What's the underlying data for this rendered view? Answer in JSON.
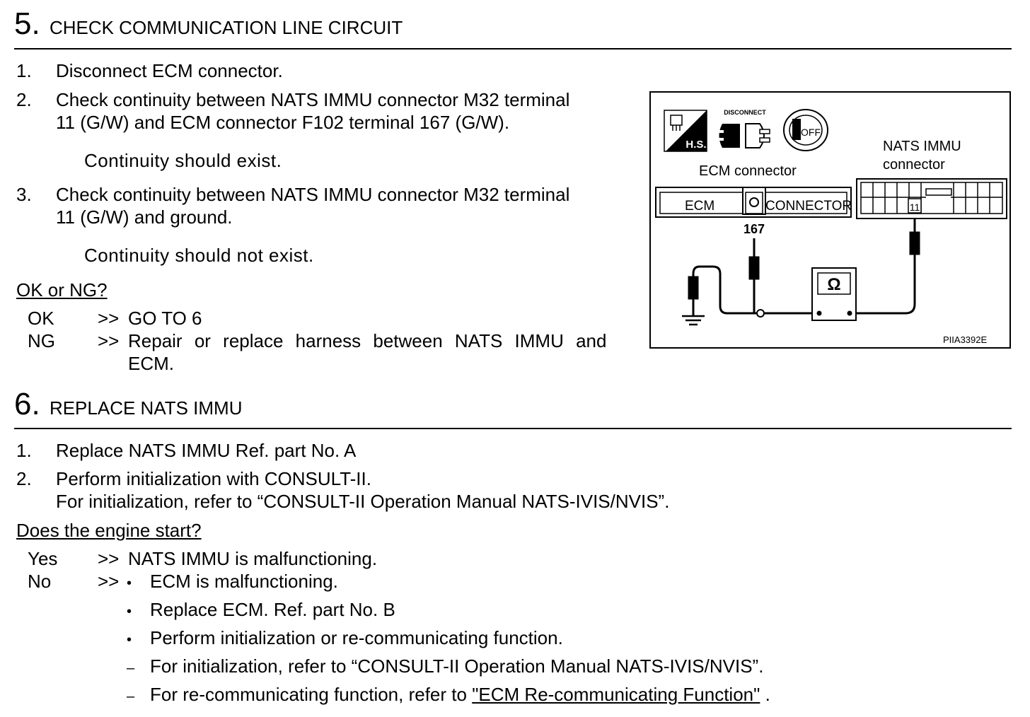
{
  "step5": {
    "number": "5.",
    "title": "CHECK COMMUNICATION LINE CIRCUIT",
    "items": [
      {
        "num": "1.",
        "text": "Disconnect ECM connector."
      },
      {
        "num": "2.",
        "line1": "Check continuity between NATS IMMU connector M32 terminal",
        "line2": "11 (G/W) and ECM connector F102 terminal 167 (G/W)."
      },
      {
        "num": "3.",
        "line1": "Check continuity between NATS IMMU connector M32 terminal",
        "line2": "11 (G/W) and ground."
      }
    ],
    "spec1": "Continuity should exist.",
    "spec2": "Continuity should not exist.",
    "question": "OK or NG?",
    "answers": [
      {
        "label": "OK",
        "arrow": ">>",
        "text": "GO TO 6"
      },
      {
        "label": "NG",
        "arrow": ">>",
        "line1": "Repair or replace harness between NATS IMMU and",
        "line2": "ECM."
      }
    ]
  },
  "diagram": {
    "icon_hs": "H.S.",
    "icon_disconnect": "DISCONNECT",
    "icon_off": "OFF",
    "ecm_connector_label": "ECM connector",
    "nats_label_line1": "NATS IMMU",
    "nats_label_line2": "connector",
    "ecm_text": "ECM",
    "connector_text": "CONNECTOR",
    "terminal_167": "167",
    "terminal_11": "11",
    "ohm_symbol": "Ω",
    "figure_code": "PIIA3392E"
  },
  "step6": {
    "number": "6.",
    "title": "REPLACE NATS IMMU",
    "items": [
      {
        "num": "1.",
        "text": "Replace NATS IMMU Ref. part No. A"
      },
      {
        "num": "2.",
        "line1": "Perform initialization with CONSULT-II.",
        "line2": "For initialization, refer to “CONSULT-II Operation Manual NATS-IVIS/NVIS”."
      }
    ],
    "question": "Does the engine start?",
    "yes": {
      "label": "Yes",
      "arrow": ">>",
      "text": "NATS IMMU is malfunctioning."
    },
    "no": {
      "label": "No",
      "arrow": ">>"
    },
    "no_bullets": [
      "ECM is malfunctioning.",
      "Replace ECM. Ref. part No. B",
      "Perform initialization or re-communicating function."
    ],
    "no_dashes": [
      "For initialization, refer to “CONSULT-II Operation Manual NATS-IVIS/NVIS”."
    ],
    "last_prefix": "For re-communicating function, refer to ",
    "last_link": "\"ECM Re-communicating Function\"",
    "last_suffix": " ."
  },
  "icons": {
    "bullet": "•",
    "dash": "–"
  }
}
